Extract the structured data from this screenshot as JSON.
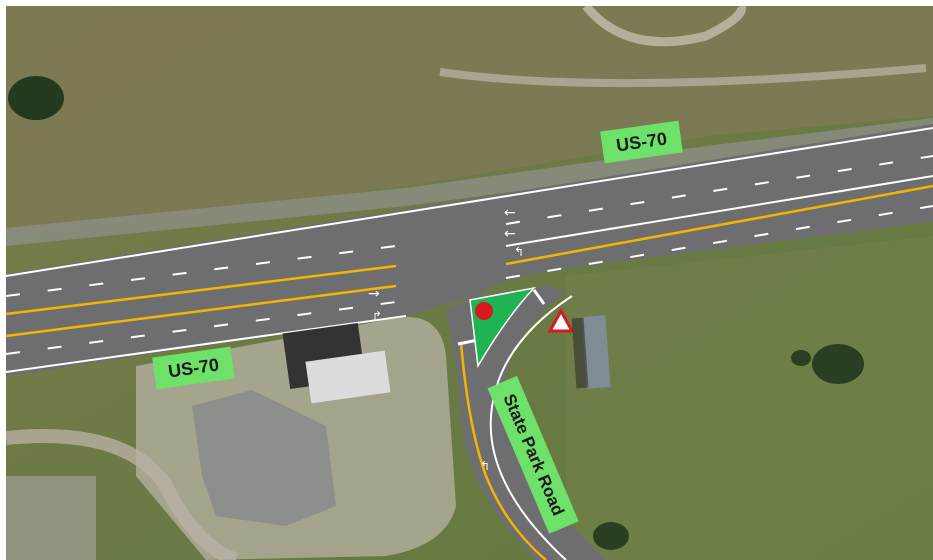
{
  "map": {
    "labels": {
      "us70_upper": "US-70",
      "us70_lower": "US-70",
      "state_park_road": "State Park Road"
    },
    "markers": {
      "circle_marker_color": "#d71920",
      "triangle_marker_color": "#d71920",
      "island_color": "#1fb354"
    },
    "colors": {
      "label_fill": "#6ee16a",
      "road_asphalt": "#6e6e70",
      "center_line": "#f4b400",
      "lane_marking": "#ffffff",
      "grass": "#6f7a4a"
    }
  }
}
